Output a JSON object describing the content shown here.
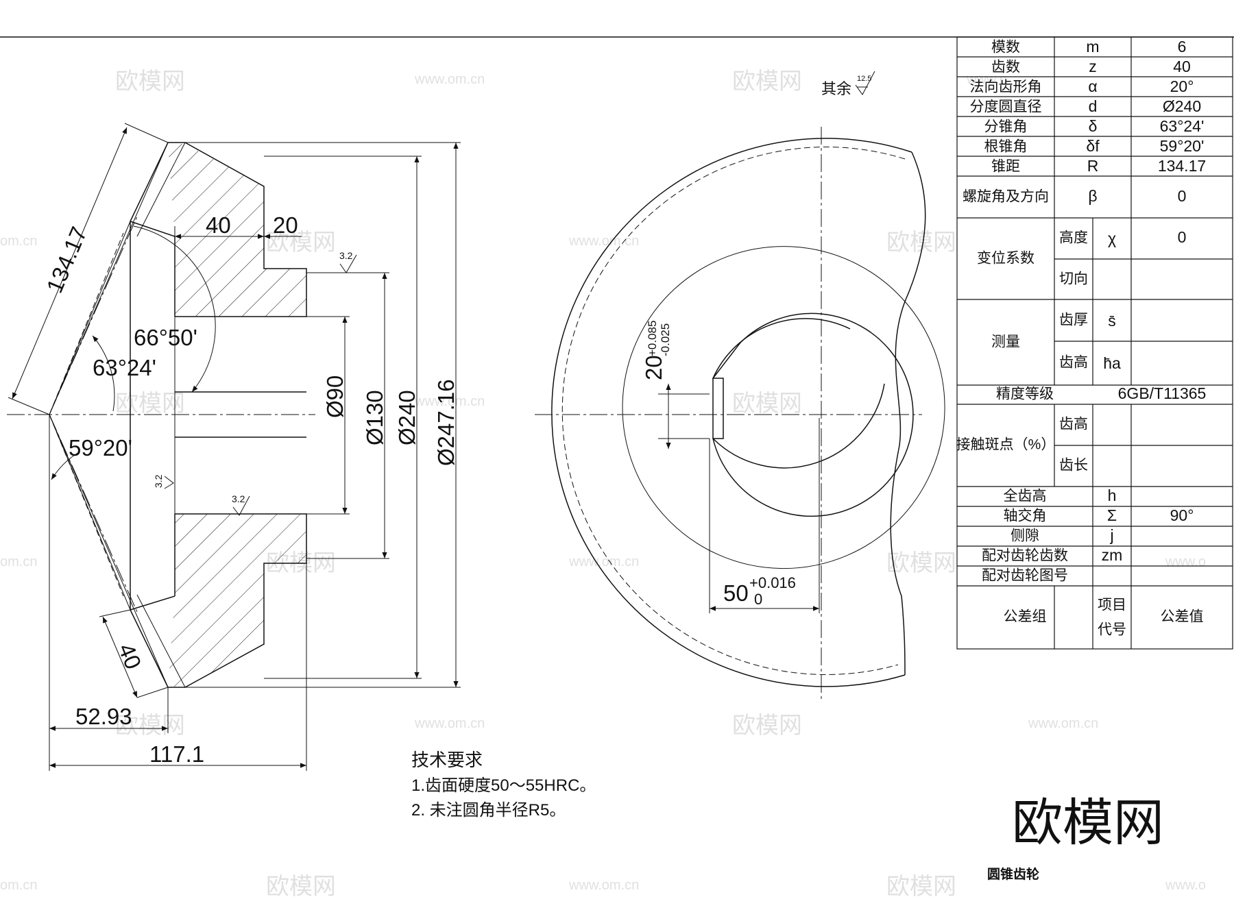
{
  "dimensions": {
    "cone_distance": "134.17",
    "face_angle": "66°50'",
    "pitch_angle": "63°24'",
    "root_angle": "59°20'",
    "hub_width": "40",
    "step_width": "20",
    "face_width": "40",
    "dist_5293": "52.93",
    "dist_1171": "117.1",
    "dia_90": "Ø90",
    "dia_130": "Ø130",
    "dia_240": "Ø240",
    "dia_24716": "Ø247.16",
    "rough_32_a": "3.2",
    "rough_32_b": "3.2",
    "rough_32_c": "3.2",
    "key_base": "20",
    "key_tol_upper": "+0.085",
    "key_tol_lower": "-0.025",
    "bore_base": "50",
    "bore_tol_upper": "+0.016",
    "bore_tol_lower": "0"
  },
  "roughness_note": {
    "label": "其余",
    "value": "12.5"
  },
  "tech_requirements": {
    "title": "技术要求",
    "items": [
      "1.齿面硬度50～55HRC。",
      "2. 未注圆角半径R5。"
    ]
  },
  "part_name": "圆锥齿轮",
  "logo": "欧模网",
  "watermarks": {
    "cn": "欧模网",
    "url": "www.om.cn",
    "partial": "om.cn",
    "partial2": "www.o"
  },
  "table": {
    "rows": [
      {
        "label": "模数",
        "symbol": "m",
        "value": "6"
      },
      {
        "label": "齿数",
        "symbol": "z",
        "value": "40"
      },
      {
        "label": "法向齿形角",
        "symbol": "α",
        "value": "20°"
      },
      {
        "label": "分度圆直径",
        "symbol": "d",
        "value": "Ø240"
      },
      {
        "label": "分锥角",
        "symbol": "δ",
        "value": "63°24'"
      },
      {
        "label": "根锥角",
        "symbol": "δf",
        "value": "59°20'"
      },
      {
        "label": "锥距",
        "symbol": "R",
        "value": "134.17"
      },
      {
        "label": "螺旋角及方向",
        "symbol": "β",
        "value": "0"
      }
    ],
    "shift": {
      "label": "变位系数",
      "sub": [
        {
          "label": "高度",
          "symbol": "χ",
          "value": "0"
        },
        {
          "label": "切向",
          "symbol": "",
          "value": ""
        }
      ]
    },
    "measure": {
      "label": "测量",
      "sub": [
        {
          "label": "齿厚",
          "symbol": "s̄",
          "value": ""
        },
        {
          "label": "齿高",
          "symbol": "h̄a",
          "value": ""
        }
      ]
    },
    "accuracy": {
      "label": "精度等级",
      "value": "6GB/T11365"
    },
    "contact": {
      "label": "接触斑点（%）",
      "sub": [
        {
          "label": "齿高",
          "value": ""
        },
        {
          "label": "齿长",
          "value": ""
        }
      ]
    },
    "rows2": [
      {
        "label": "全齿高",
        "symbol": "h",
        "value": ""
      },
      {
        "label": "轴交角",
        "symbol": "Σ",
        "value": "90°"
      },
      {
        "label": "侧隙",
        "symbol": "j",
        "value": ""
      },
      {
        "label": "配对齿轮齿数",
        "symbol": "zm",
        "value": ""
      },
      {
        "label": "配对齿轮图号",
        "symbol": "",
        "value": ""
      }
    ],
    "tolerance": {
      "group": "公差组",
      "item": "项目",
      "code": "代号",
      "value": "公差值"
    }
  }
}
